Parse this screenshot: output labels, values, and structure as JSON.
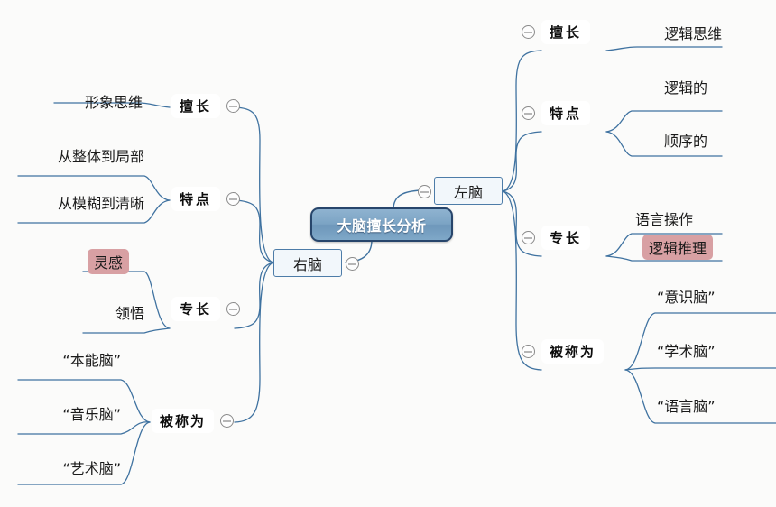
{
  "title": "大脑擅长分析",
  "colors": {
    "canvas_background": "#fbfbfa",
    "root_fill": "#7ba3c4",
    "root_border": "#27456b",
    "root_text": "#ffffff",
    "hemisphere_fill": "#f2f7fb",
    "hemisphere_border": "#4d7ca8",
    "connector_line": "#3f72a0",
    "highlight_fill": "#d8a0a3",
    "toggle_border": "#8a8a8a"
  },
  "root": {
    "label": "大脑擅长分析",
    "toggle_icon": "minus-circle-icon"
  },
  "hemispheres": [
    {
      "id": "left-brain",
      "label": "左脑",
      "side": "right",
      "toggle_icon": "minus-circle-icon",
      "branches": [
        {
          "label": "擅长",
          "toggle_icon": "minus-circle-icon",
          "leaves": [
            {
              "text": "逻辑思维",
              "highlight": false
            }
          ]
        },
        {
          "label": "特点",
          "toggle_icon": "minus-circle-icon",
          "leaves": [
            {
              "text": "逻辑的",
              "highlight": false
            },
            {
              "text": "顺序的",
              "highlight": false
            }
          ]
        },
        {
          "label": "专长",
          "toggle_icon": "minus-circle-icon",
          "leaves": [
            {
              "text": "语言操作",
              "highlight": false
            },
            {
              "text": "逻辑推理",
              "highlight": true
            }
          ]
        },
        {
          "label": "被称为",
          "toggle_icon": "minus-circle-icon",
          "leaves": [
            {
              "text": "“意识脑”",
              "highlight": false
            },
            {
              "text": "“学术脑”",
              "highlight": false
            },
            {
              "text": "“语言脑”",
              "highlight": false
            }
          ]
        }
      ]
    },
    {
      "id": "right-brain",
      "label": "右脑",
      "side": "left",
      "toggle_icon": "minus-circle-icon",
      "branches": [
        {
          "label": "擅长",
          "toggle_icon": "minus-circle-icon",
          "leaves": [
            {
              "text": "形象思维",
              "highlight": false
            }
          ]
        },
        {
          "label": "特点",
          "toggle_icon": "minus-circle-icon",
          "leaves": [
            {
              "text": "从整体到局部",
              "highlight": false
            },
            {
              "text": "从模糊到清晰",
              "highlight": false
            }
          ]
        },
        {
          "label": "专长",
          "toggle_icon": "minus-circle-icon",
          "leaves": [
            {
              "text": "灵感",
              "highlight": true
            },
            {
              "text": "领悟",
              "highlight": false
            }
          ]
        },
        {
          "label": "被称为",
          "toggle_icon": "minus-circle-icon",
          "leaves": [
            {
              "text": "“本能脑”",
              "highlight": false
            },
            {
              "text": "“音乐脑”",
              "highlight": false
            },
            {
              "text": "“艺术脑”",
              "highlight": false
            }
          ]
        }
      ]
    }
  ]
}
